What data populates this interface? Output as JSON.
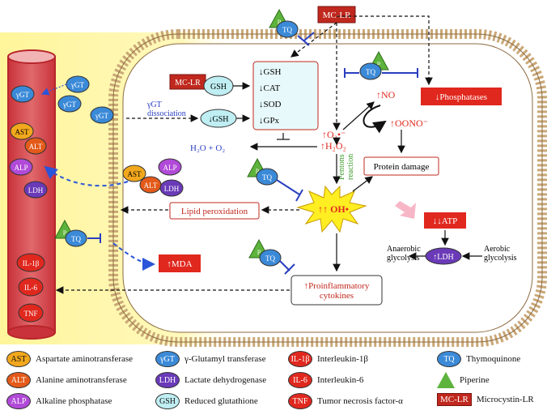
{
  "diagram": {
    "toxin_label": "MC-LR",
    "antioxidant_label": "TQ",
    "bioenhancer_label": "P",
    "enzymes_in_blood": [
      "γGT",
      "γGT",
      "AST",
      "ALT",
      "ALP",
      "LDH"
    ],
    "cytokines": [
      "IL-1β",
      "IL-6",
      "TNF"
    ],
    "released_enzymes": [
      "γGT",
      "AST",
      "ALT",
      "ALP",
      "LDH"
    ],
    "ggt_dissociation_label": "γGT\ndissociation",
    "gsh_oval": "GSH",
    "gsh_decrease": "↓GSH",
    "antioxidant_box": [
      "↓GSH",
      "↓CAT",
      "↓SOD",
      "↓GPx"
    ],
    "superoxide": "↑O₂•⁻",
    "hydrogen_peroxide": "↑H₂O₂",
    "water_oxygen": "H₂O + O₂",
    "nitric_oxide": "↑NO",
    "peroxynitrite": "↑OONO⁻",
    "phosphatases": "↓Phosphatases",
    "protein_damage": "Protein damage",
    "fentons_reaction": "Fentons\nreaction",
    "hydroxyl_radical": "↑↑ OH•",
    "lipid_peroxidation": "Lipid peroxidation",
    "mda": "↑MDA",
    "atp": "↓↓ATP",
    "ldh_cell": "↑LDH",
    "anaerobic_glycolysis": "Anaerobic\nglycolysis",
    "aerobic_glycolysis": "Aerobic\nglycolysis",
    "proinflammatory": "↑Proinflammatory\ncytokines"
  },
  "legend": [
    {
      "abbr": "AST",
      "text": "Aspartate aminotransferase",
      "color": "#f2a81d"
    },
    {
      "abbr": "ALT",
      "text": "Alanine aminotransferase",
      "color": "#e35a1a"
    },
    {
      "abbr": "ALP",
      "text": "Alkaline phosphatase",
      "color": "#b14ad8"
    },
    {
      "abbr": "γGT",
      "text": "γ-Glutamyl transferase",
      "color": "#3b8ad8"
    },
    {
      "abbr": "LDH",
      "text": "Lactate dehydrogenase",
      "color": "#6a3ab8"
    },
    {
      "abbr": "GSH",
      "text": "Reduced glutathione",
      "color": "#bfeef3"
    },
    {
      "abbr": "IL-1β",
      "text": "Interleukin-1β",
      "color": "#e0281e"
    },
    {
      "abbr": "IL-6",
      "text": "Interleukin-6",
      "color": "#e0281e"
    },
    {
      "abbr": "TNF",
      "text": "Tumor necrosis factor-α",
      "color": "#e0281e"
    },
    {
      "abbr": "TQ",
      "text": "Thymoquinone",
      "color": "#3b8ad8"
    },
    {
      "abbr": "P",
      "text": "Piperine",
      "color": "#5db33b"
    },
    {
      "abbr": "MC-LR",
      "text": "Microcystin-LR",
      "color": "#c0281e"
    }
  ],
  "colors": {
    "vessel": "#d9474b",
    "vessel_dark": "#b8262b",
    "red_label": "#e0281e",
    "inhibit_blue": "#2a3fbf",
    "dash_blue": "#2a55d8",
    "membrane": "#c7a070",
    "yellow_glow": "#fff7a6",
    "fenton_green": "#3d9a2a"
  }
}
